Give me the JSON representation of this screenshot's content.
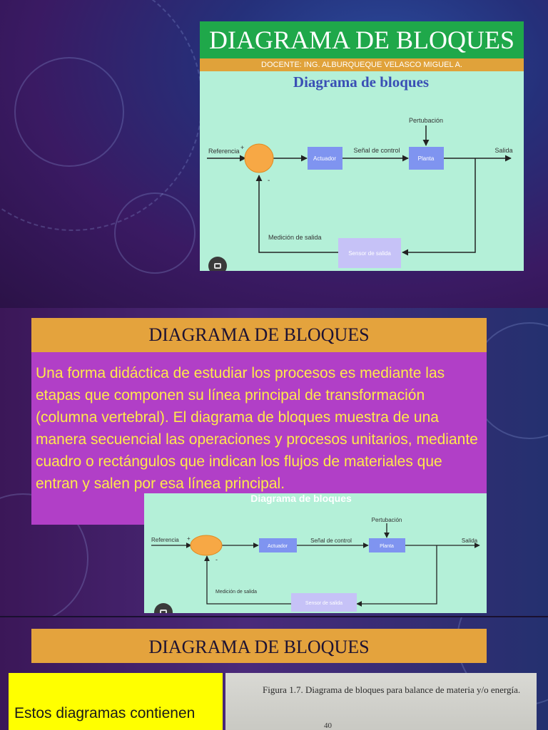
{
  "slide1": {
    "title": "DIAGRAMA DE BLOQUES",
    "docente": "DOCENTE: ING. ALBURQUEQUE VELASCO MIGUEL A."
  },
  "diagram": {
    "title": "Diagrama de bloques",
    "perturbacion": "Pertubación",
    "referencia": "Referencia",
    "plus": "+",
    "minus": "-",
    "actuador": "Actuador",
    "senal": "Señal de control",
    "planta": "Planta",
    "salida": "Salida",
    "medicion": "Medición de salida",
    "sensor": "Sensor de salida"
  },
  "slide2": {
    "title": "DIAGRAMA DE BLOQUES",
    "body": "Una forma didáctica de estudiar los procesos es mediante las etapas que componen su línea principal de transformación (columna vertebral). El diagrama de bloques muestra de una manera secuencial las operaciones y procesos unitarios, mediante cuadro o rectángulos que indican los flujos de materiales que entran y salen por esa línea principal."
  },
  "slide3": {
    "title": "DIAGRAMA DE BLOQUES",
    "body": "Estos diagramas contienen",
    "figure_caption": "Figura 1.7. Diagrama de bloques para balance de materia y/o energía.",
    "figure_number": "40"
  },
  "colors": {
    "green_title": "#1fa84a",
    "orange": "#e4a33d",
    "mint_panel": "#b4f0d8",
    "purple_box": "#b13fc7",
    "yellow_text": "#ffe94a",
    "block_blue": "#7f94f0",
    "summing_orange": "#f7a845",
    "sensor_lavender": "#c6c2f7"
  }
}
